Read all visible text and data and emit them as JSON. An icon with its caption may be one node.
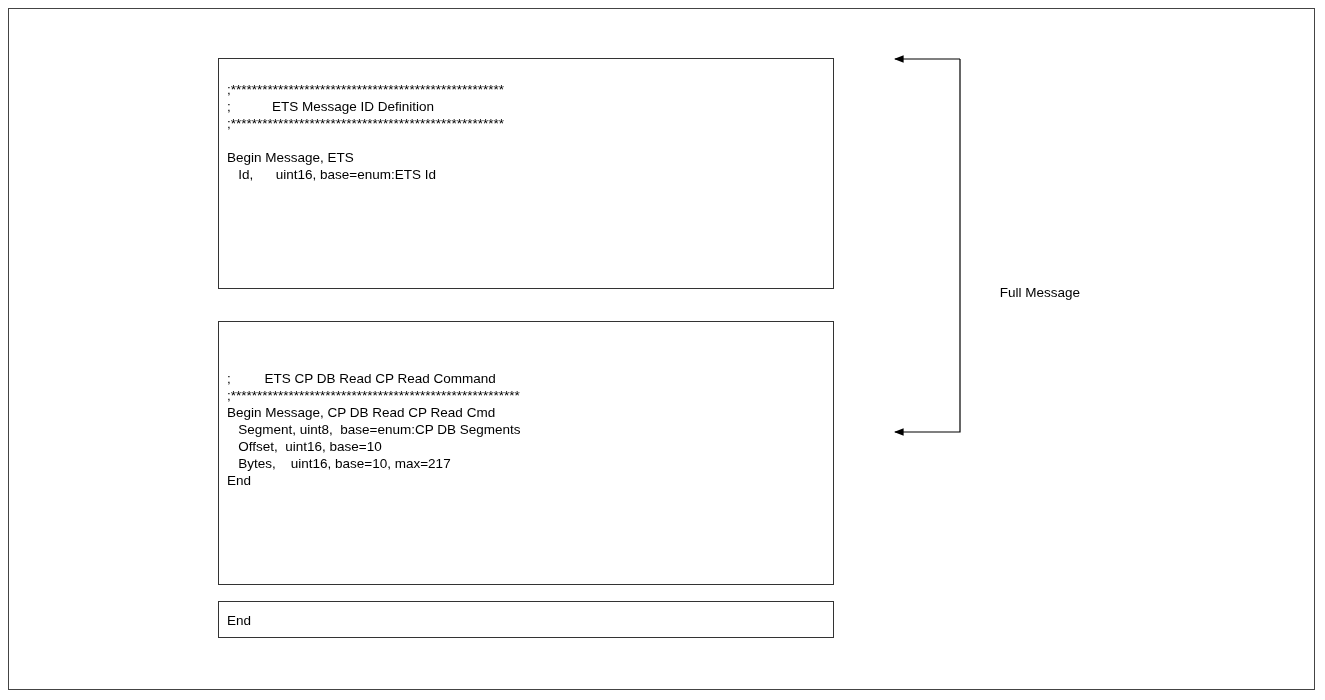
{
  "diagram": {
    "nodes": [
      {
        "text": [
          ";****************************************************",
          ";           ETS Message ID Definition",
          ";****************************************************",
          "Begin Message, ETS",
          "   Id,      uint16, base=enum:ETS Id"
        ]
      },
      {
        "text": [
          ";         ETS CP DB Read CP Read Command",
          ";*******************************************************",
          "Begin Message, CP DB Read CP Read Cmd",
          "   Segment, uint8,  base=enum:CP DB Segments",
          "   Offset,  uint16, base=10",
          "   Bytes,    uint16, base=10, max=217",
          "End"
        ]
      },
      {
        "text": [
          "End"
        ]
      }
    ],
    "labels": [
      "Full Message"
    ]
  }
}
